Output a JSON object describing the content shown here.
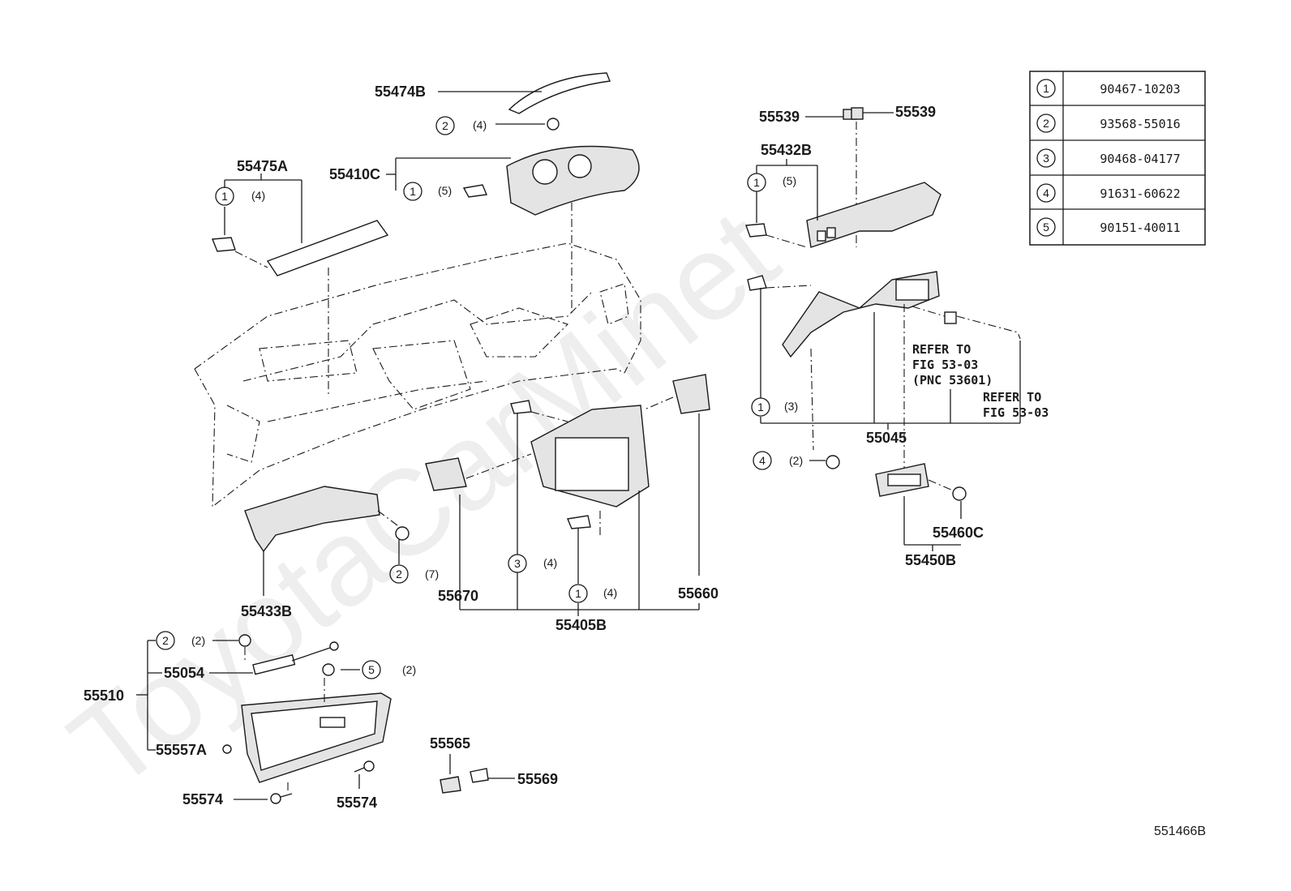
{
  "watermark": "ToyotaCarMinet",
  "figure_code": "551466B",
  "legend": [
    {
      "num": "1",
      "part": "90467-10203"
    },
    {
      "num": "2",
      "part": "93568-55016"
    },
    {
      "num": "3",
      "part": "90468-04177"
    },
    {
      "num": "4",
      "part": "91631-60622"
    },
    {
      "num": "5",
      "part": "90151-40011"
    }
  ],
  "callouts": {
    "c55474B": "55474B",
    "c55410C": "55410C",
    "c55475A": "55475A",
    "c55539a": "55539",
    "c55539b": "55539",
    "c55432B": "55432B",
    "c55045": "55045",
    "c55460C": "55460C",
    "c55450B": "55450B",
    "c55433B": "55433B",
    "c55670": "55670",
    "c55660": "55660",
    "c55405B": "55405B",
    "c55510": "55510",
    "c55054": "55054",
    "c55557A": "55557A",
    "c55574a": "55574",
    "c55574b": "55574",
    "c55565": "55565",
    "c55569": "55569"
  },
  "refs": {
    "r1_line1": "REFER TO",
    "r1_line2": "FIG 53-03",
    "r1_line3": "(PNC 53601)",
    "r2_line1": "REFER TO",
    "r2_line2": "FIG 53-03"
  },
  "badges": {
    "b1": {
      "num": "2",
      "qty": "(4)"
    },
    "b2": {
      "num": "1",
      "qty": "(5)"
    },
    "b3": {
      "num": "1",
      "qty": "(4)"
    },
    "b4": {
      "num": "1",
      "qty": "(5)"
    },
    "b5": {
      "num": "1",
      "qty": "(3)"
    },
    "b6": {
      "num": "4",
      "qty": "(2)"
    },
    "b7": {
      "num": "2",
      "qty": "(7)"
    },
    "b8": {
      "num": "3",
      "qty": "(4)"
    },
    "b9": {
      "num": "1",
      "qty": "(4)"
    },
    "b10": {
      "num": "2",
      "qty": "(2)"
    },
    "b11": {
      "num": "5",
      "qty": "(2)"
    }
  }
}
